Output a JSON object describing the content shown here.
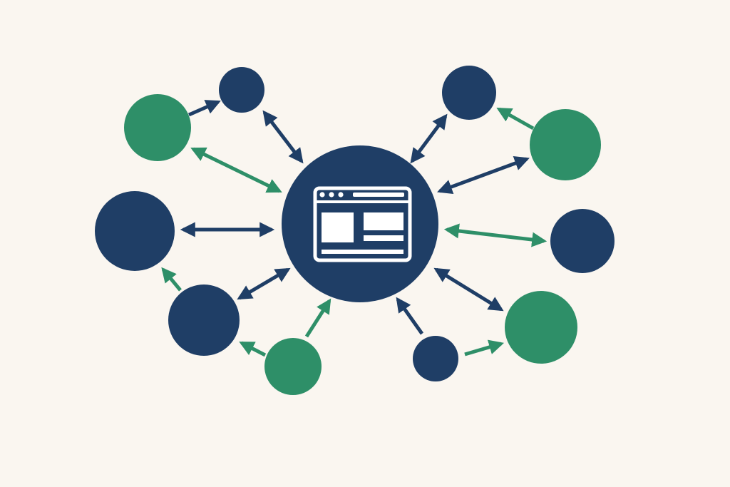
{
  "colors": {
    "background": "#faf6f0",
    "navy": "#1f3e66",
    "green": "#2e8f68",
    "white": "#ffffff"
  },
  "hub": {
    "icon": "browser-window-icon",
    "color": "navy"
  },
  "nodes": [
    {
      "id": "node-top-left-small",
      "color": "navy"
    },
    {
      "id": "node-upper-left-large",
      "color": "green"
    },
    {
      "id": "node-left-large",
      "color": "navy"
    },
    {
      "id": "node-lower-left",
      "color": "navy"
    },
    {
      "id": "node-bottom-left",
      "color": "green"
    },
    {
      "id": "node-top-right-small",
      "color": "navy"
    },
    {
      "id": "node-upper-right-large",
      "color": "green"
    },
    {
      "id": "node-right",
      "color": "navy"
    },
    {
      "id": "node-lower-right",
      "color": "green"
    },
    {
      "id": "node-bottom-right-small",
      "color": "navy"
    }
  ],
  "connections": [
    {
      "id": "hub-to-top-left",
      "color": "navy",
      "direction": "both"
    },
    {
      "id": "green-upper-left-to-top-left",
      "color": "navy",
      "direction": "forward"
    },
    {
      "id": "hub-to-upper-left-green",
      "color": "green",
      "direction": "both"
    },
    {
      "id": "hub-to-left",
      "color": "navy",
      "direction": "both"
    },
    {
      "id": "hub-to-lower-left",
      "color": "navy",
      "direction": "both"
    },
    {
      "id": "lower-left-to-left",
      "color": "green",
      "direction": "forward"
    },
    {
      "id": "bottom-left-green-to-hub",
      "color": "green",
      "direction": "forward"
    },
    {
      "id": "bottom-left-green-to-lower-left",
      "color": "green",
      "direction": "forward"
    },
    {
      "id": "hub-to-top-right",
      "color": "navy",
      "direction": "both"
    },
    {
      "id": "upper-right-green-to-top-right",
      "color": "green",
      "direction": "forward"
    },
    {
      "id": "hub-to-upper-right-green",
      "color": "navy",
      "direction": "both"
    },
    {
      "id": "hub-to-right",
      "color": "green",
      "direction": "both"
    },
    {
      "id": "hub-to-lower-right-green",
      "color": "navy",
      "direction": "both"
    },
    {
      "id": "bottom-right-small-to-hub",
      "color": "navy",
      "direction": "forward"
    },
    {
      "id": "bottom-right-small-to-lower-right",
      "color": "green",
      "direction": "forward"
    }
  ]
}
